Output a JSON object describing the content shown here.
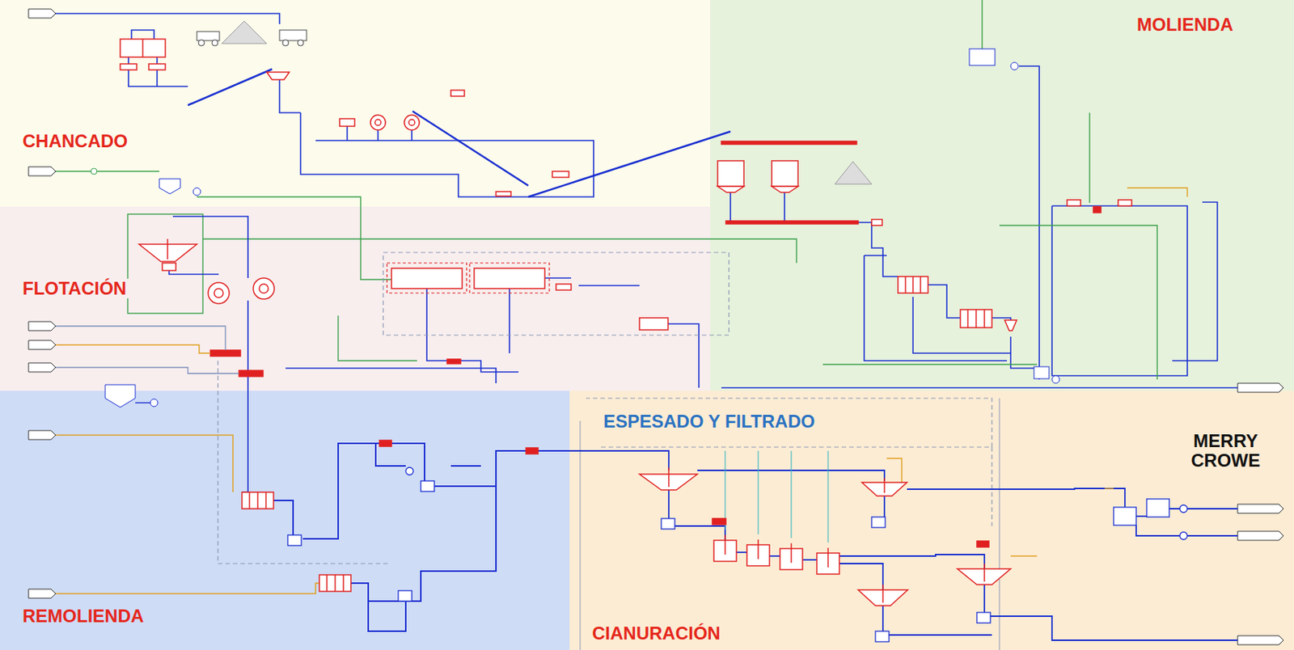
{
  "diagram": {
    "nodes": [
      {
        "text": [
          "CHANCADO"
        ]
      },
      {
        "text": [
          "MOLIENDA"
        ]
      },
      {
        "text": [
          "FLOTACIÓN"
        ]
      },
      {
        "text": [
          "REMOLIENDA"
        ]
      },
      {
        "text": [
          "ESPESADO Y FILTRADO",
          "MERRY CROWE",
          "CIANURACIÓN"
        ]
      }
    ]
  }
}
